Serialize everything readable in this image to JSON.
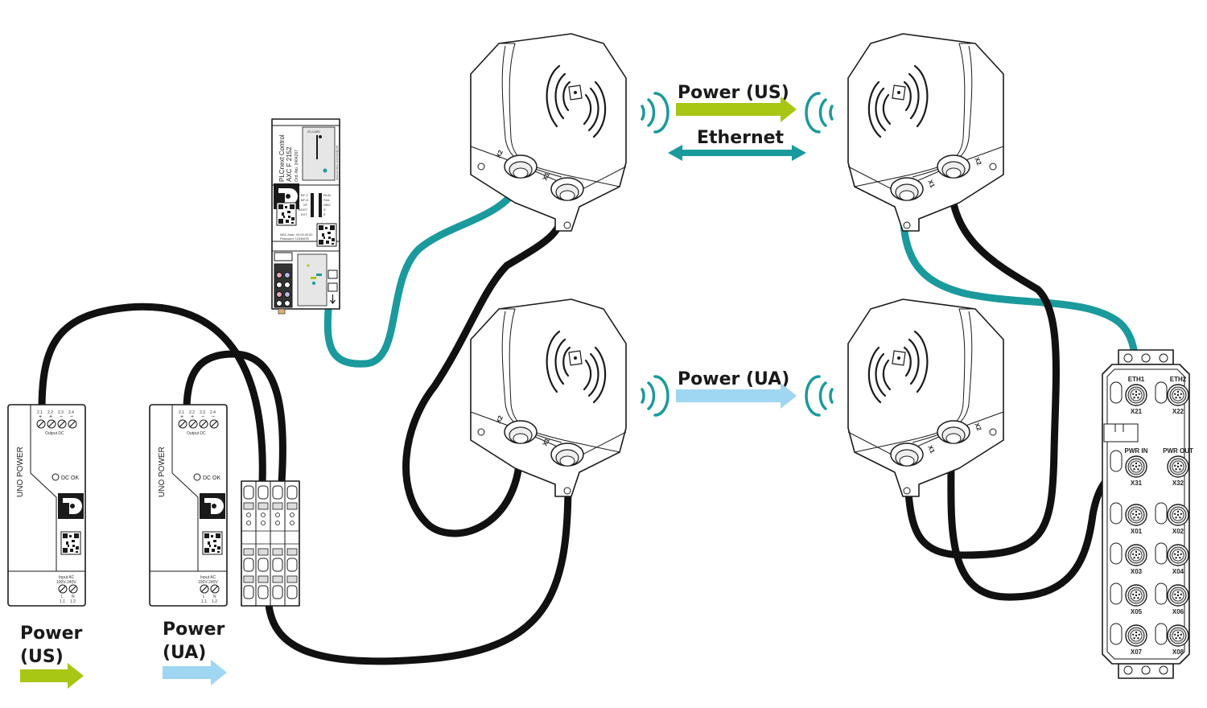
{
  "colors": {
    "power_us": "#a8c614",
    "power_ua": "#9fd6f2",
    "ethernet": "#1a9a9c",
    "cable_black": "#111111",
    "cable_teal": "#1a9a9c"
  },
  "power_supplies": [
    {
      "id": "ps-us",
      "brand": "UNO POWER",
      "output_terminals": [
        "2.1",
        "2.2",
        "2.3",
        "2.4"
      ],
      "output_polarity": [
        "+",
        "+",
        "−",
        "−"
      ],
      "output_label": "Output DC",
      "status_led": "DC OK",
      "input_label": "Input AC",
      "input_range": "100V-240V",
      "input_terminals": [
        "L",
        "N"
      ],
      "input_numbers": [
        "1.1",
        "1.2"
      ]
    },
    {
      "id": "ps-ua",
      "brand": "UNO POWER",
      "output_terminals": [
        "2.1",
        "2.2",
        "2.3",
        "2.4"
      ],
      "output_polarity": [
        "+",
        "+",
        "−",
        "−"
      ],
      "output_label": "Output DC",
      "status_led": "DC OK",
      "input_label": "Input AC",
      "input_range": "100V-240V",
      "input_terminals": [
        "L",
        "N"
      ],
      "input_numbers": [
        "1.1",
        "1.2"
      ]
    }
  ],
  "controller": {
    "name": "PLCnext Control",
    "model": "AXC F 2152",
    "order_no": "Ord.-No. 2404267",
    "sd_label": "SD-CARD",
    "url": "www.plcnext-community.net",
    "leds_left": [
      "BF-C",
      "BF-D",
      "SF",
      "BOOT",
      "EXT"
    ],
    "leds_right": [
      "RUN",
      "FAIL",
      "DBG",
      "D",
      "E"
    ],
    "mac_label": "MAC Addr.: 00.00.00.00",
    "password_label": "Password: 12345678"
  },
  "couplers": [
    {
      "id": "coupler-us-tx",
      "ports": [
        "X2",
        "X1"
      ]
    },
    {
      "id": "coupler-us-rx",
      "ports": [
        "X2",
        "X1"
      ]
    },
    {
      "id": "coupler-ua-tx",
      "ports": [
        "X2",
        "X1"
      ]
    },
    {
      "id": "coupler-ua-rx",
      "ports": [
        "X2",
        "X1"
      ]
    }
  ],
  "transfer_labels": {
    "power_us": "Power (US)",
    "ethernet": "Ethernet",
    "power_ua": "Power (UA)"
  },
  "io_module": {
    "eth_ports": [
      {
        "top": "ETH1",
        "bottom": "X21"
      },
      {
        "top": "ETH2",
        "bottom": "X22"
      }
    ],
    "power_ports": [
      {
        "top": "PWR IN",
        "bottom": "X31"
      },
      {
        "top": "PWR OUT",
        "bottom": "X32"
      }
    ],
    "io_ports": [
      "X01",
      "X02",
      "X03",
      "X04",
      "X05",
      "X06",
      "X07",
      "X08"
    ]
  },
  "legend": [
    {
      "line1": "Power",
      "line2": "(US)",
      "color_key": "power_us"
    },
    {
      "line1": "Power",
      "line2": "(UA)",
      "color_key": "power_ua"
    }
  ]
}
